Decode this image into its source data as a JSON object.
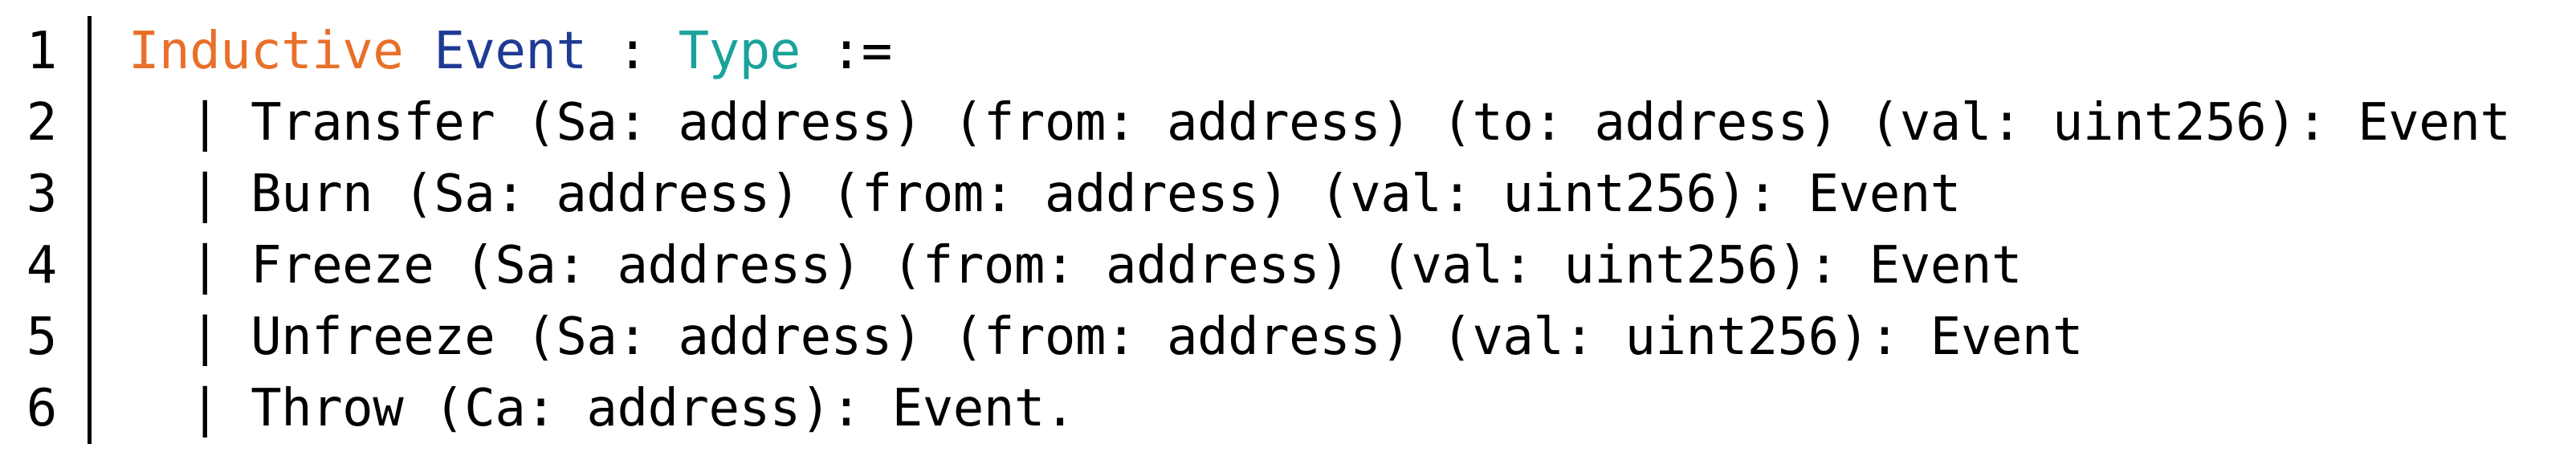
{
  "colors": {
    "keyword": "#e8702a",
    "type_name": "#1f3a93",
    "sort": "#1aa39a",
    "text": "#000000"
  },
  "lines": [
    {
      "number": "1",
      "keyword": "Inductive",
      "name": "Event",
      "colon": " : ",
      "sort": "Type",
      "assign": " :="
    },
    {
      "number": "2",
      "text": "| Transfer (Sa: address) (from: address) (to: address) (val: uint256): Event"
    },
    {
      "number": "3",
      "text": "| Burn (Sa: address) (from: address) (val: uint256): Event"
    },
    {
      "number": "4",
      "text": "| Freeze (Sa: address) (from: address) (val: uint256): Event"
    },
    {
      "number": "5",
      "text": "| Unfreeze (Sa: address) (from: address) (val: uint256): Event"
    },
    {
      "number": "6",
      "text": "| Throw (Ca: address): Event."
    }
  ]
}
